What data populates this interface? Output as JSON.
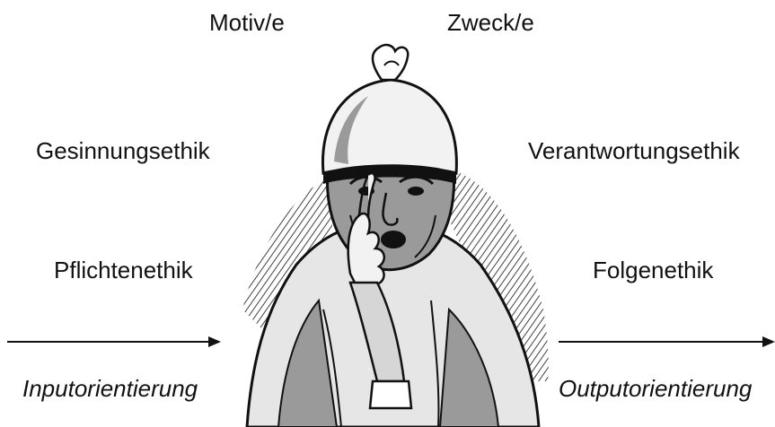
{
  "labels": {
    "motive": "Motiv/e",
    "purpose": "Zweck/e",
    "left_top": "Gesinnungsethik",
    "right_top": "Verantwortungsethik",
    "left_mid": "Pflichtenethik",
    "right_mid": "Folgenethik",
    "left_bottom": "Inputorientierung",
    "right_bottom": "Outputorientierung"
  },
  "illustration": {
    "subject": "thinker-figure-illustration",
    "ink_color": "#111111",
    "shade_color": "#9a9a9a",
    "light_shade": "#d6d6d6"
  },
  "colors": {
    "text": "#111111",
    "background": "#ffffff",
    "arrow": "#111111"
  }
}
